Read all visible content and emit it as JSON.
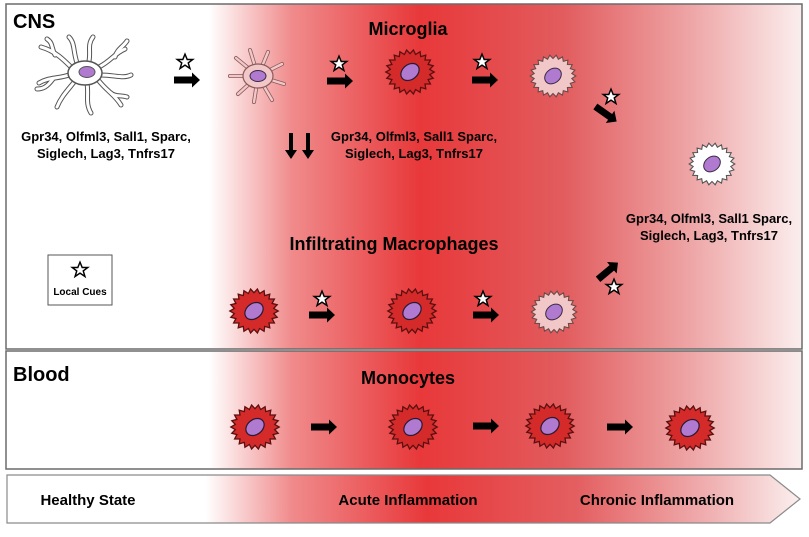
{
  "sections": {
    "cns": "CNS",
    "blood": "Blood"
  },
  "populations": {
    "microglia": "Microglia",
    "infiltrating_macrophages": "Infiltrating Macrophages",
    "monocytes": "Monocytes"
  },
  "gene_signature": {
    "healthy_line1": "Gpr34, Olfml3, Sall1, Sparc,",
    "healthy_line2": "Siglech, Lag3, Tnfrs17",
    "acute_line1": "Gpr34, Olfml3, Sall1 Sparc,",
    "acute_line2": "Siglech, Lag3, Tnfrs17",
    "chronic_line1": "Gpr34, Olfml3, Sall1 Sparc,",
    "chronic_line2": "Siglech, Lag3, Tnfrs17"
  },
  "legend": {
    "label": "Local Cues"
  },
  "stages": {
    "healthy": "Healthy State",
    "acute": "Acute Inflammation",
    "chronic": "Chronic Inflammation"
  },
  "colors": {
    "inflammation_red": "#e8383a",
    "cell_red": "#d42a2a",
    "cell_pale": "#f2c7c7",
    "nucleus": "#b07ad0",
    "border": "#6b6b6b"
  }
}
